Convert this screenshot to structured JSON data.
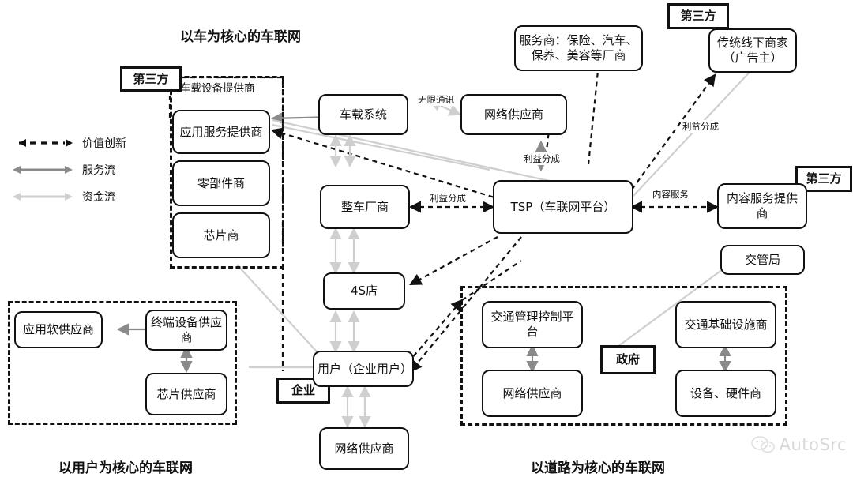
{
  "legend": {
    "items": [
      {
        "id": "value-innovation",
        "label": "价值创新",
        "style": "dashed-black"
      },
      {
        "id": "service-flow",
        "label": "服务流",
        "style": "solid-gray"
      },
      {
        "id": "capital-flow",
        "label": "资金流",
        "style": "solid-lightgray"
      }
    ]
  },
  "titles": {
    "car": "以车为核心的车联网",
    "user": "以用户为核心的车联网",
    "road": "以道路为核心的车联网"
  },
  "captions": {
    "onboard_equipment": "车载设备提供商"
  },
  "nodes": {
    "third_party_left": "第三方",
    "third_party_top": "第三方",
    "third_party_right": "第三方",
    "enterprise": "企业",
    "government": "政府",
    "app_service_provider": "应用服务提供商",
    "parts_supplier": "零部件商",
    "chip_maker": "芯片商",
    "vehicle_system": "车载系统",
    "network_provider_top": "网络供应商",
    "service_providers": "服务商：保险、汽车、保养、美容等厂商",
    "offline_merchants": "传统线下商家（广告主）",
    "tsp": "TSP（车联网平台）",
    "content_service_provider": "内容服务提供商",
    "oem": "整车厂商",
    "dealer_4s": "4S店",
    "user": "用户（企业用户）",
    "network_provider_bottom": "网络供应商",
    "app_software_supplier": "应用软供应商",
    "terminal_equipment_supplier": "终端设备供应商",
    "chip_supplier": "芯片供应商",
    "traffic_bureau": "交管局",
    "traffic_mgmt_platform": "交通管理控制平台",
    "network_provider_road": "网络供应商",
    "traffic_infra_provider": "交通基础设施商",
    "device_hardware_provider": "设备、硬件商"
  },
  "edge_labels": {
    "wireless_comm": "无限通讯",
    "profit_share_oem": "利益分成",
    "profit_share_tsp": "利益分成",
    "profit_share_merchant": "利益分成",
    "content_service": "内容服务"
  },
  "watermark": {
    "text": "AutoSrc"
  },
  "colors": {
    "ink": "#111111",
    "service_flow": "#8a8a8a",
    "capital_flow": "#cfcfcf"
  }
}
